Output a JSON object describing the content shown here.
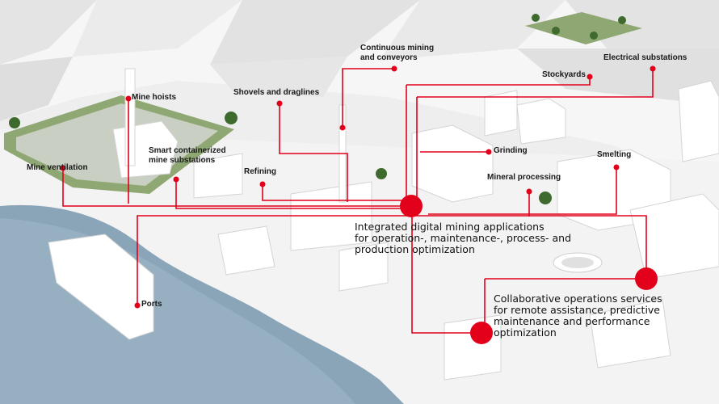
{
  "colors": {
    "accent": "#e2001a",
    "sea": "#8aa4b8",
    "grass": "#8fa873",
    "ground": "#f2f2f2"
  },
  "labels": {
    "mine_ventilation": "Mine ventilation",
    "mine_hoists": "Mine hoists",
    "smart_substations": "Smart containerized\nmine substations",
    "refining": "Refining",
    "shovels": "Shovels and draglines",
    "continuous_mining": "Continuous mining\nand conveyors",
    "stockyards": "Stockyards",
    "electrical_substations": "Electrical substations",
    "grinding": "Grinding",
    "smelting": "Smelting",
    "mineral_processing": "Mineral processing",
    "ports": "Ports"
  },
  "callouts": {
    "integrated": "Integrated digital mining applications\nfor operation-, maintenance-, process- and\nproduction optimization",
    "collaborative": "Collaborative operations services\nfor remote assistance, predictive\nmaintenance and performance\noptimization"
  }
}
